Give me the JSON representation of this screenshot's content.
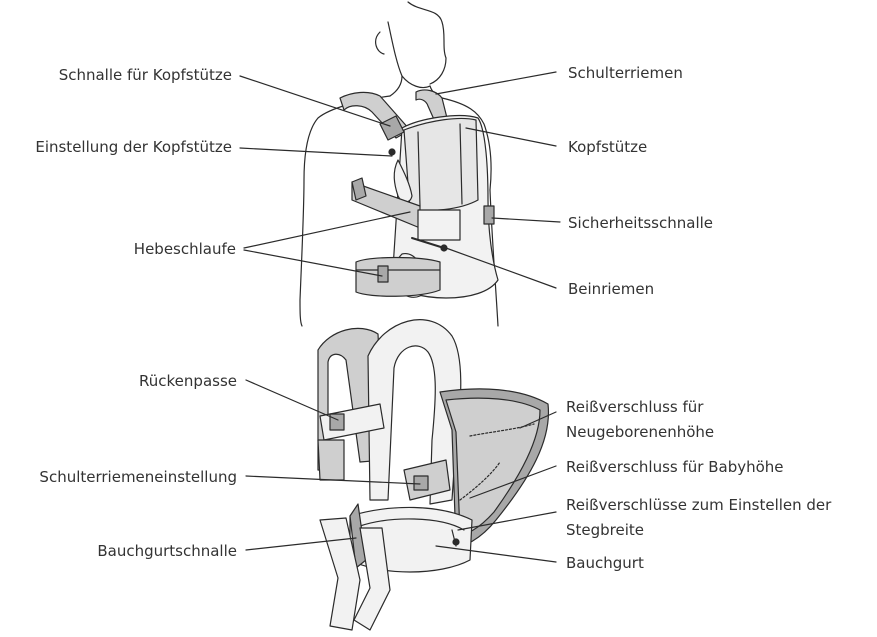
{
  "labels": {
    "schnalle_kopfstuetze": "Schnalle für Kopfstütze",
    "einstellung_kopfstuetze": "Einstellung der Kopfstütze",
    "hebeschlaufe": "Hebeschlaufe",
    "schulterriemen": "Schulterriemen",
    "kopfstuetze": "Kopfstütze",
    "sicherheitsschnalle": "Sicherheitsschnalle",
    "beinriemen": "Beinriemen",
    "rueckenpasse": "Rückenpasse",
    "schulterriemeneinstellung": "Schulterriemeneinstellung",
    "bauchgurtschnalle": "Bauchgurtschnalle",
    "reissverschluss_neugeborene_1": "Reißverschluss für",
    "reissverschluss_neugeborene_2": "Neugeborenenhöhe",
    "reissverschluss_baby": "Reißverschluss für Babyhöhe",
    "reissverschluesse_steg_1": "Reißverschlüsse zum Einstellen der",
    "reissverschluesse_steg_2": "Stegbreite",
    "bauchgurt": "Bauchgurt"
  },
  "colors": {
    "line": "#2b2b2b",
    "fill_light": "#f2f2f2",
    "fill_mid": "#cfcfcf",
    "fill_dark": "#a8a8a8"
  }
}
